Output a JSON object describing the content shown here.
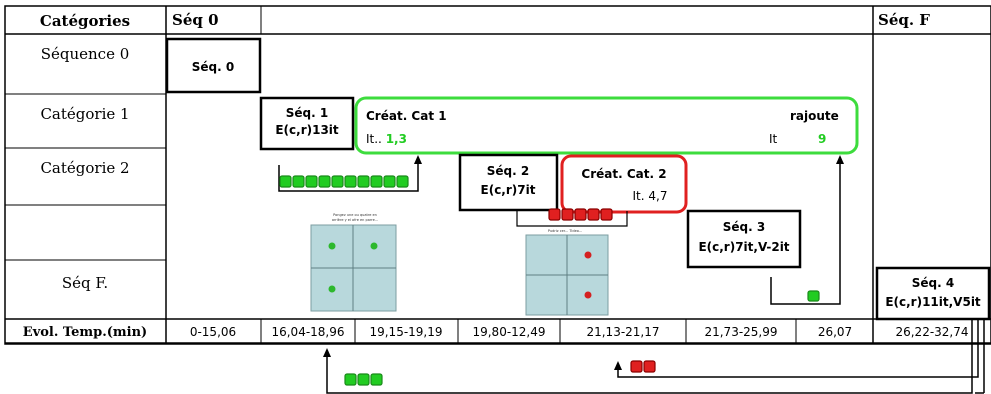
{
  "table": {
    "header": {
      "categories": "Catégories",
      "seq0": "Séq 0",
      "seqF": "Séq. F"
    },
    "rows": [
      "Séquence 0",
      "Catégorie 1",
      "Catégorie 2",
      "",
      "Séq F."
    ],
    "footer": {
      "label": "Evol. Temp.(min)",
      "times": [
        "0-15,06",
        "16,04-18,96",
        "19,15-19,19",
        "19,80-12,49",
        "21,13-21,17",
        "21,73-25,99",
        "26,07",
        "26,22-32,74"
      ]
    }
  },
  "boxes": {
    "seq0": "Séq. 0",
    "seq1": [
      "Séq. 1",
      "E(c,r)13it"
    ],
    "creat_cat1": {
      "title": "Créat. Cat 1",
      "it_label": "It.. ",
      "it_value": "1,3",
      "rajoute": "rajoute",
      "it2_label": "It",
      "it2_value": "9"
    },
    "seq2": [
      "Séq. 2",
      "E(c,r)7it"
    ],
    "creat_cat2": {
      "title": "Créat. Cat. 2",
      "it": "It. 4,7"
    },
    "seq3": [
      "Séq. 3",
      "E(c,r)7it,V-2it"
    ],
    "seq4": [
      "Séq. 4",
      "E(c,r)11it,V5it"
    ]
  },
  "marker_counts": {
    "green_row": 10,
    "red_row": 5,
    "green_bottom": 3,
    "red_bottom": 2,
    "green_seq3": 1
  },
  "thumbnails": {
    "left": {
      "caption": [
        "Pongez une ou quatre en",
        "arrière y el ofre en parre..."
      ],
      "dots": 3,
      "dot_color": "#2db82d"
    },
    "right": {
      "caption": [
        "Pudriz cer... Tideo..."
      ],
      "dots": 2,
      "dot_color": "#d42020"
    }
  },
  "colors": {
    "green": "#22cc22",
    "green_border": "#1a8a1a",
    "red": "#e02020",
    "red_border": "#8a0000",
    "green_frame": "#3ddc3d",
    "red_frame": "#e02020",
    "thumb_fill": "#b8d8dc"
  }
}
